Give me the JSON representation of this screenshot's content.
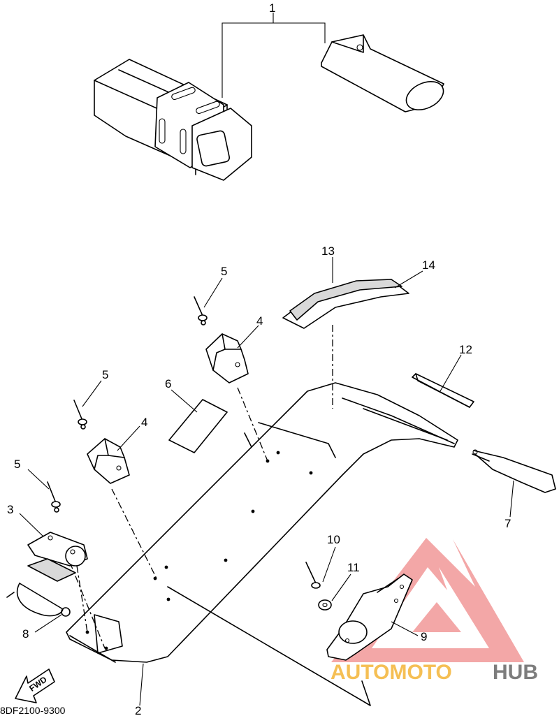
{
  "diagram": {
    "callouts": [
      "1",
      "2",
      "3",
      "4",
      "4",
      "5",
      "5",
      "5",
      "6",
      "7",
      "8",
      "9",
      "10",
      "11",
      "12",
      "13",
      "14"
    ],
    "fwd_label": "FWD",
    "part_code": "8DF2100-9300"
  },
  "watermark": {
    "part1": "AUTOMOTO",
    "part2": "HUB",
    "color_primary": "#f5b942",
    "color_secondary": "#6f6f6f",
    "logo_color": "#f08a8a"
  }
}
